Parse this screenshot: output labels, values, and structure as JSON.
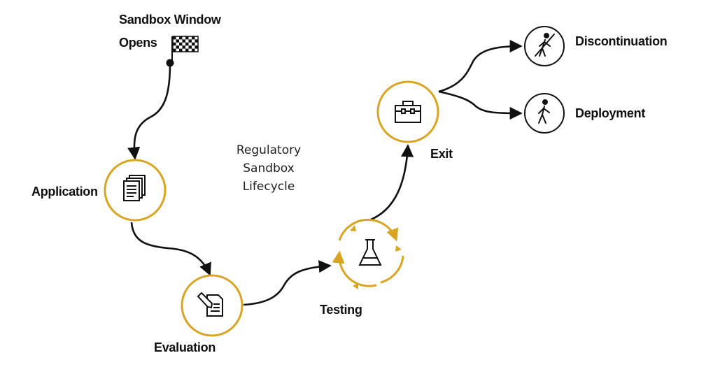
{
  "diagram": {
    "title_lines": [
      "Regulatory",
      "Sandbox",
      "Lifecycle"
    ],
    "colors": {
      "accent": "#D9A521",
      "line": "#111111",
      "text": "#111111"
    },
    "start": {
      "label_line1": "Sandbox Window",
      "label_line2": "Opens",
      "icon": "checkered-flag-icon"
    },
    "stages": [
      {
        "id": "application",
        "label": "Application",
        "icon": "documents-icon"
      },
      {
        "id": "evaluation",
        "label": "Evaluation",
        "icon": "pen-document-icon"
      },
      {
        "id": "testing",
        "label": "Testing",
        "icon": "flask-icon"
      },
      {
        "id": "exit",
        "label": "Exit",
        "icon": "toolbox-icon"
      }
    ],
    "outcomes": [
      {
        "id": "discontinuation",
        "label": "Discontinuation",
        "icon": "walker-prohibited-icon"
      },
      {
        "id": "deployment",
        "label": "Deployment",
        "icon": "walker-icon"
      }
    ]
  }
}
